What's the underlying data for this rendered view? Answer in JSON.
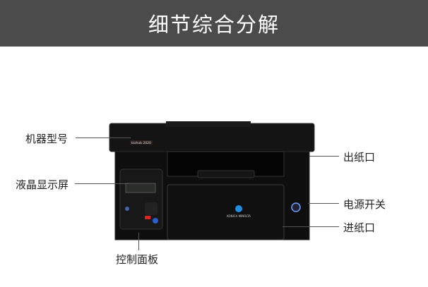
{
  "header": {
    "title": "细节综合分解"
  },
  "labels": {
    "model": "机器型号",
    "lcd": "液晶显示屏",
    "panel": "控制面板",
    "output": "出纸口",
    "power": "电源开关",
    "input": "进纸口"
  },
  "printer": {
    "model_plate": "bizhub 2020",
    "brand_logo": "KONICA MINOLTA"
  },
  "colors": {
    "header": "#4b4b4b",
    "logo": "#1e8fe0"
  }
}
